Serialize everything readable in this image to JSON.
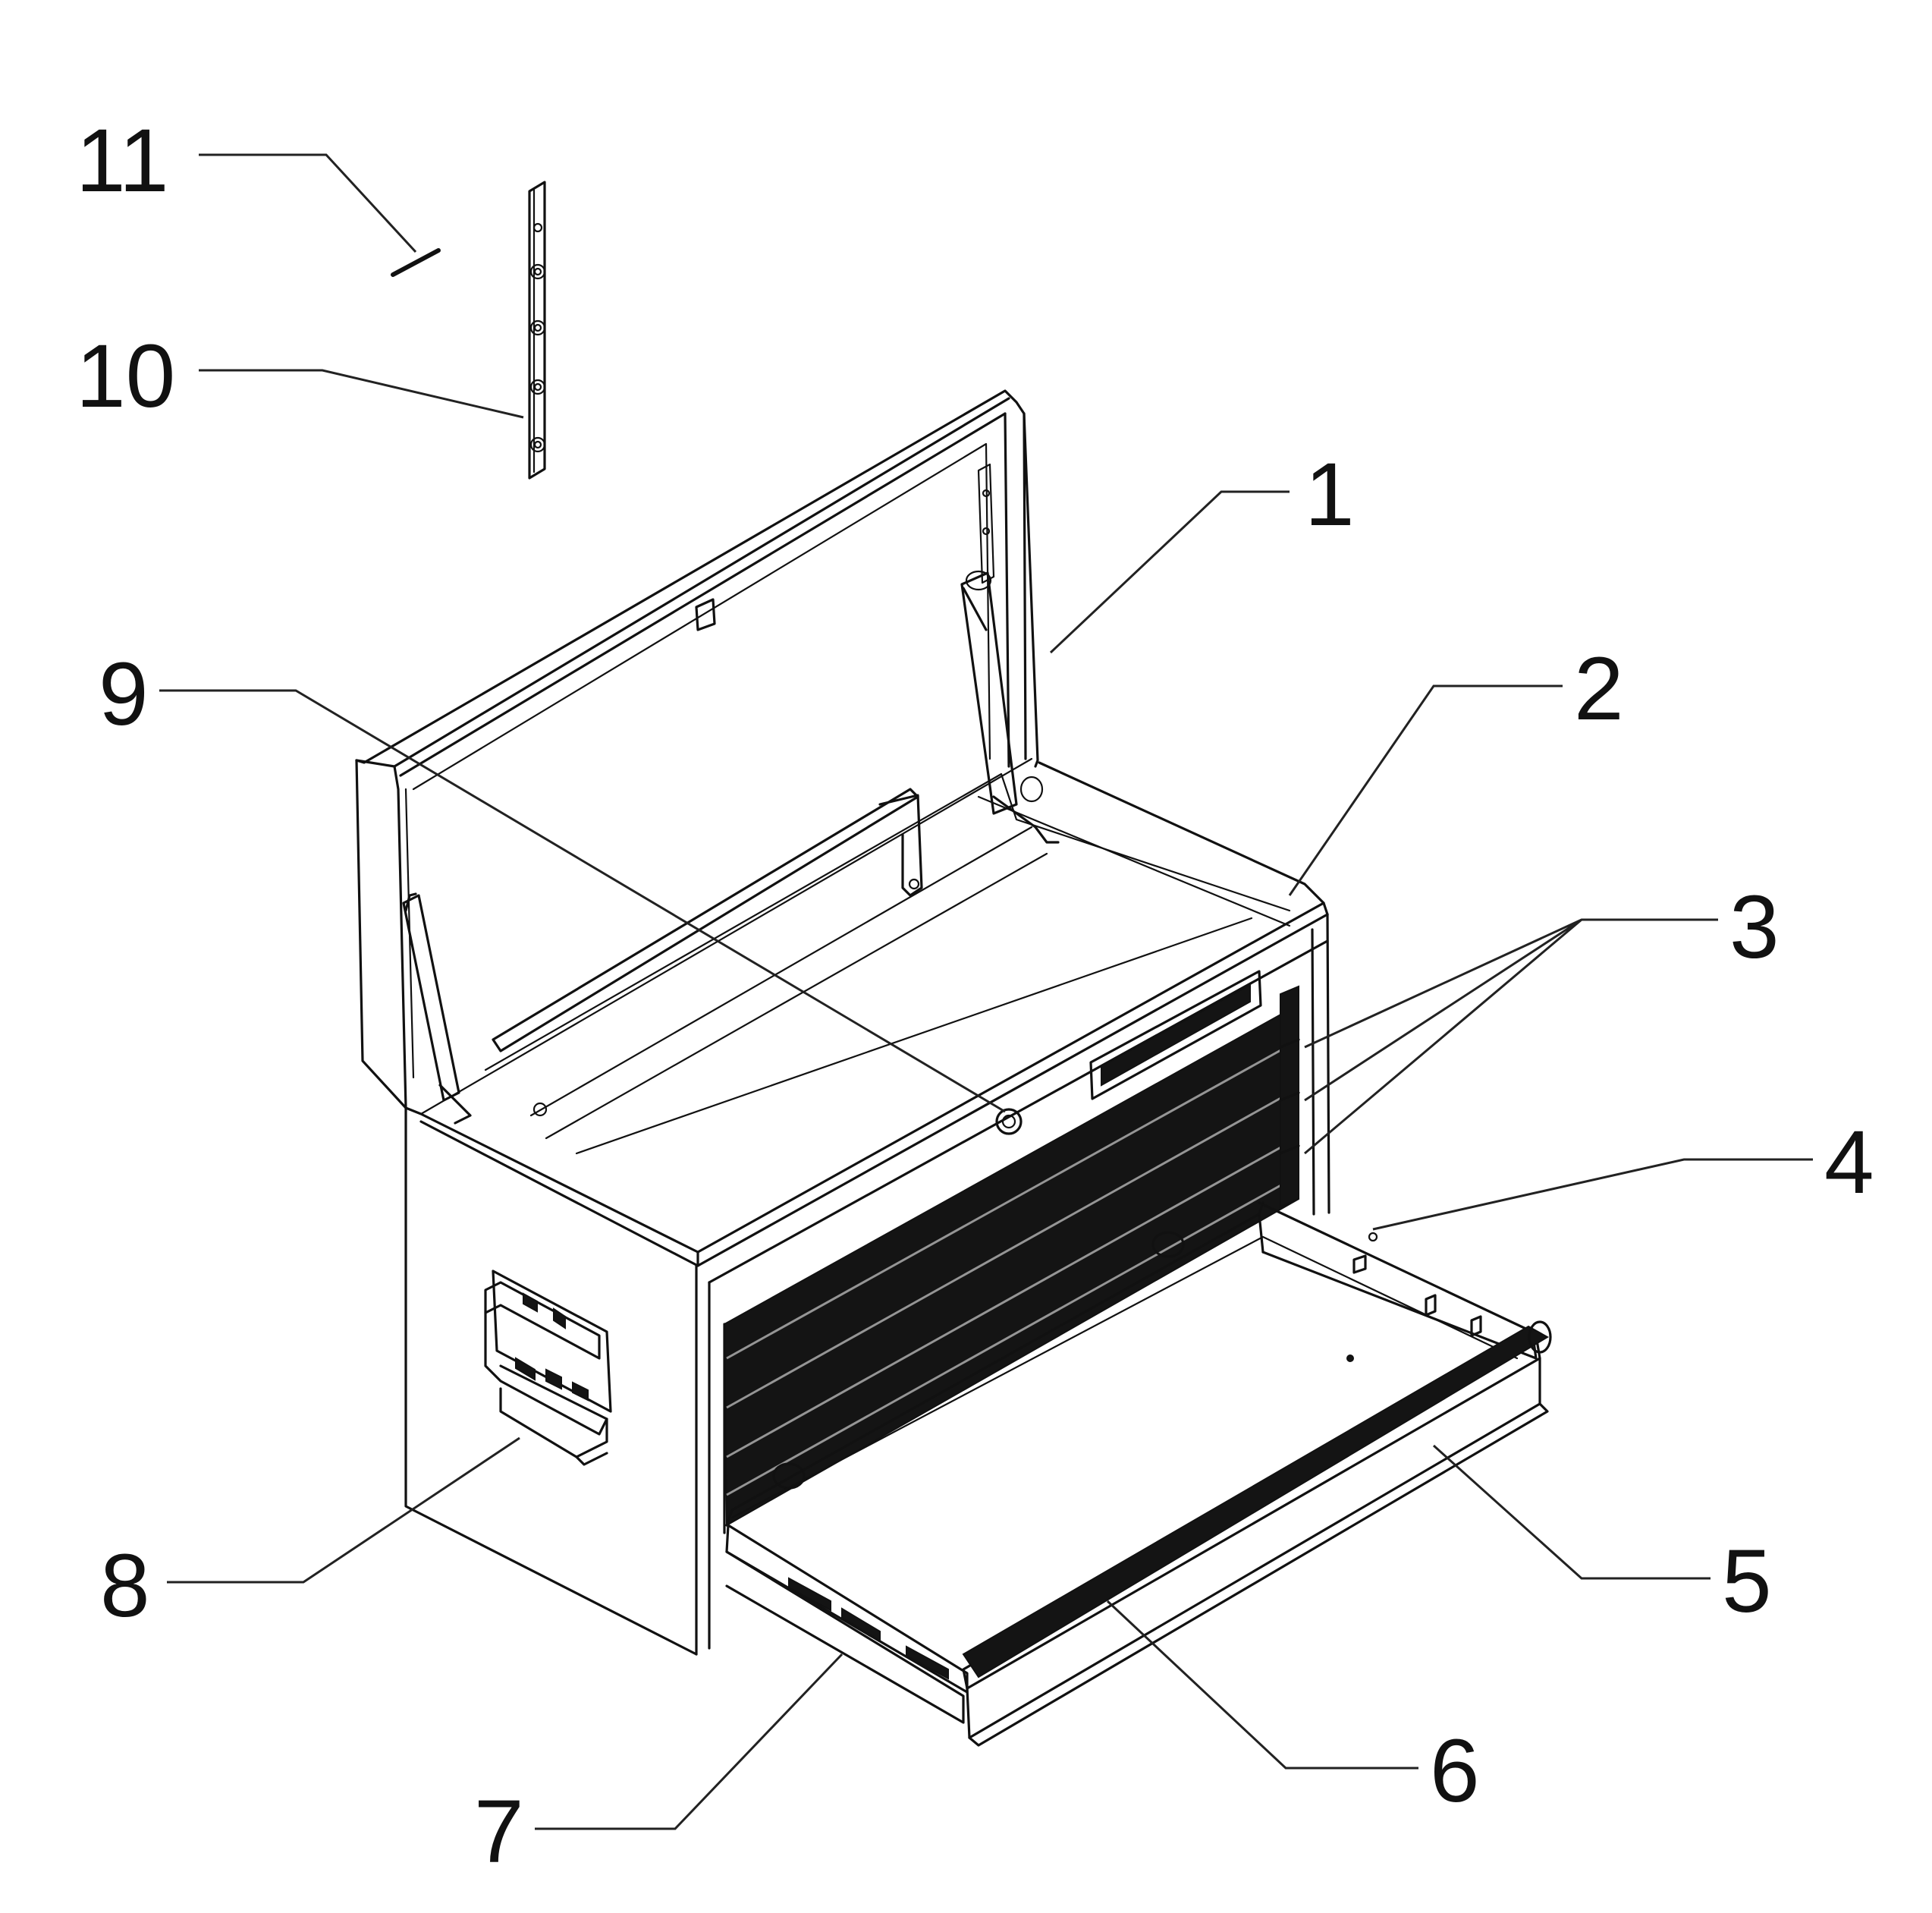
{
  "figure": {
    "description_type": "patent-style exploded/perspective line drawing of a tool chest with open lid and pulled-out drawer",
    "callouts": [
      {
        "id": "c1",
        "label": "1"
      },
      {
        "id": "c2",
        "label": "2"
      },
      {
        "id": "c3",
        "label": "3"
      },
      {
        "id": "c4",
        "label": "4"
      },
      {
        "id": "c5",
        "label": "5"
      },
      {
        "id": "c6",
        "label": "6"
      },
      {
        "id": "c7",
        "label": "7"
      },
      {
        "id": "c8",
        "label": "8"
      },
      {
        "id": "c9",
        "label": "9"
      },
      {
        "id": "c10",
        "label": "10"
      },
      {
        "id": "c11",
        "label": "11"
      }
    ]
  },
  "colors": {
    "line": "#111111",
    "background": "#ffffff",
    "fill_dark": "#141414"
  }
}
